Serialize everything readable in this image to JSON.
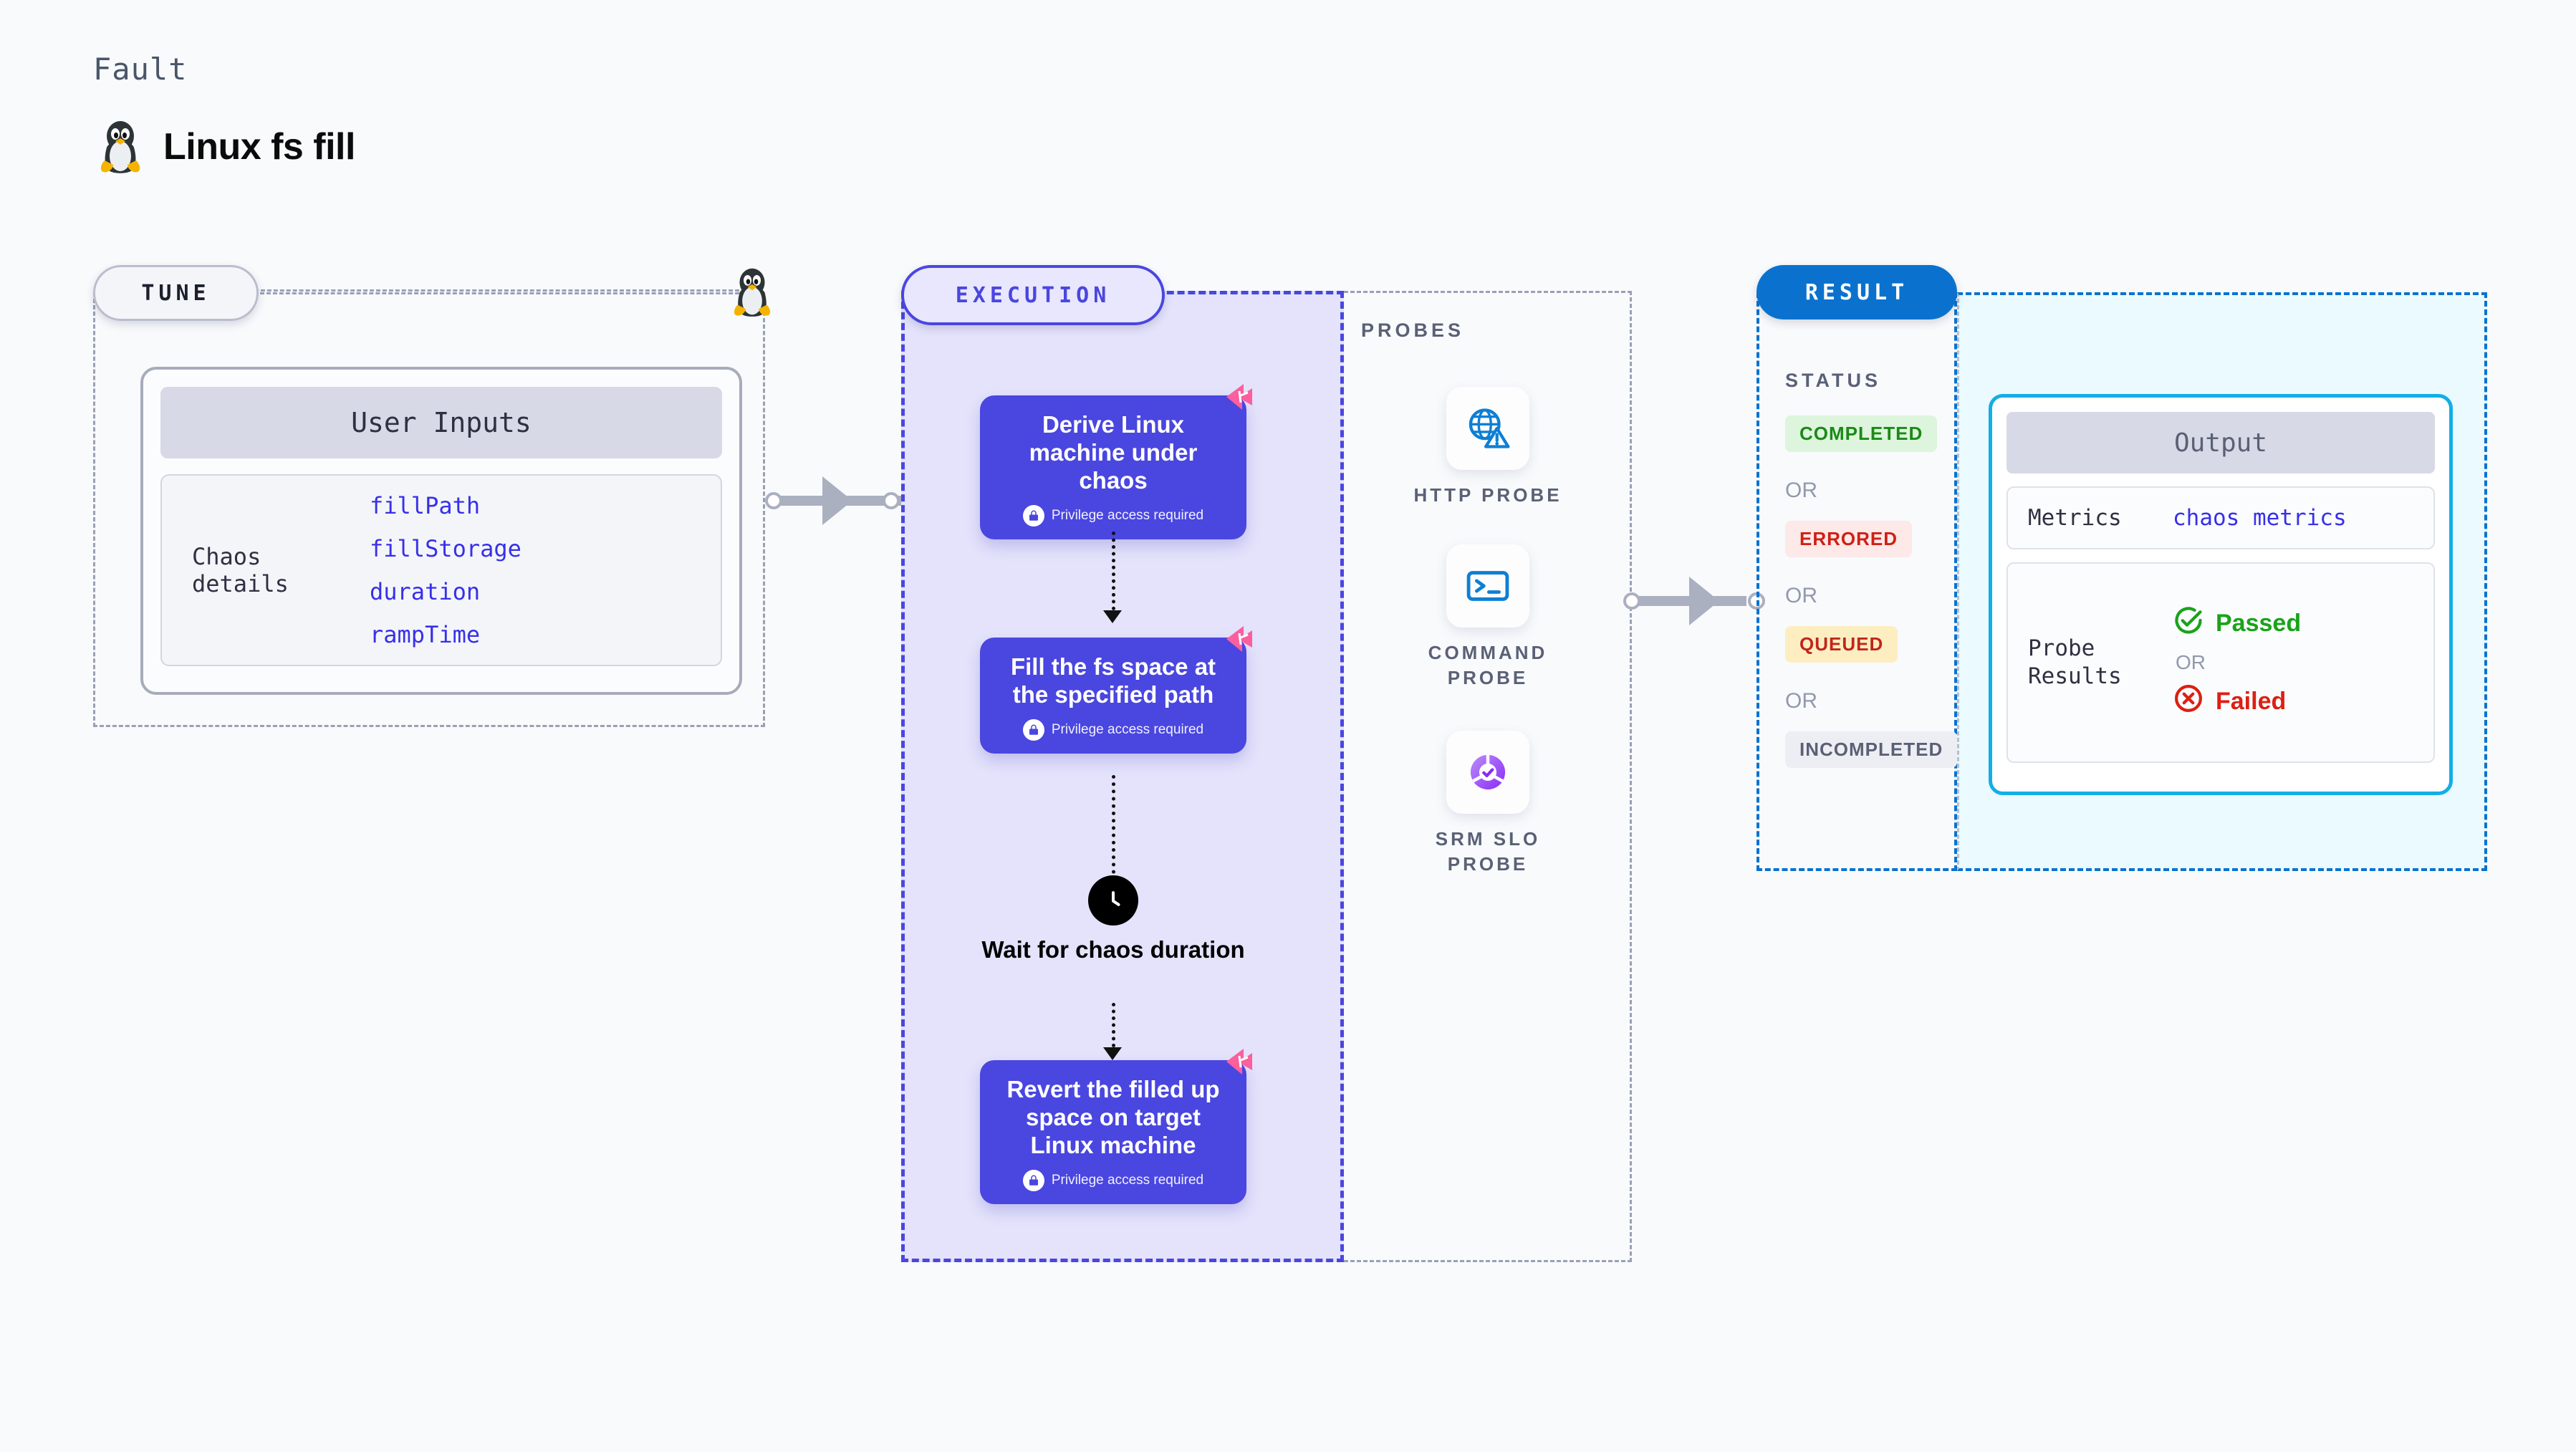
{
  "header": {
    "kicker": "Fault",
    "title": "Linux fs fill",
    "icon": "tux-penguin-icon"
  },
  "tune": {
    "pill_label": "TUNE",
    "card_header": "User Inputs",
    "details_label": "Chaos details",
    "params": [
      "fillPath",
      "fillStorage",
      "duration",
      "rampTime"
    ]
  },
  "execution": {
    "pill_label": "EXECUTION",
    "privilege_note": "Privilege access required",
    "steps": [
      {
        "title": "Derive Linux machine under chaos",
        "privileged": true
      },
      {
        "title": "Fill the fs space at the specified path",
        "privileged": true
      },
      {
        "title": "Revert the filled up space on target Linux machine",
        "privileged": true
      }
    ],
    "wait_node": {
      "label": "Wait for chaos duration",
      "icon": "clock-icon"
    }
  },
  "probes": {
    "section_label": "PROBES",
    "items": [
      {
        "label": "HTTP PROBE",
        "icon": "globe-warning-icon"
      },
      {
        "label": "COMMAND PROBE",
        "icon": "terminal-icon"
      },
      {
        "label": "SRM SLO PROBE",
        "icon": "slo-donut-check-icon"
      }
    ]
  },
  "result": {
    "pill_label": "RESULT",
    "status_label": "STATUS",
    "or_label": "OR",
    "statuses": [
      {
        "label": "COMPLETED",
        "bg": "#ddf5dc",
        "color": "#1b8a17"
      },
      {
        "label": "ERRORED",
        "bg": "#fce9e8",
        "color": "#cf2015"
      },
      {
        "label": "QUEUED",
        "bg": "#fdeec2",
        "color": "#c0261c"
      },
      {
        "label": "INCOMPLETED",
        "bg": "#edeef3",
        "color": "#5a6176"
      }
    ],
    "output": {
      "header": "Output",
      "metrics_key": "Metrics",
      "metrics_value": "chaos metrics",
      "probe_results_key": "Probe Results",
      "passed_label": "Passed",
      "failed_label": "Failed",
      "or_label": "OR"
    }
  },
  "colors": {
    "page_bg": "#f8fafc",
    "indigo": "#4a46e0",
    "execution_fill": "#e4e3fb",
    "result_blue": "#0a72ce",
    "output_cyan": "#13aee6",
    "pink_flag": "#fb5f9d",
    "param_indigo": "#3730e8"
  }
}
